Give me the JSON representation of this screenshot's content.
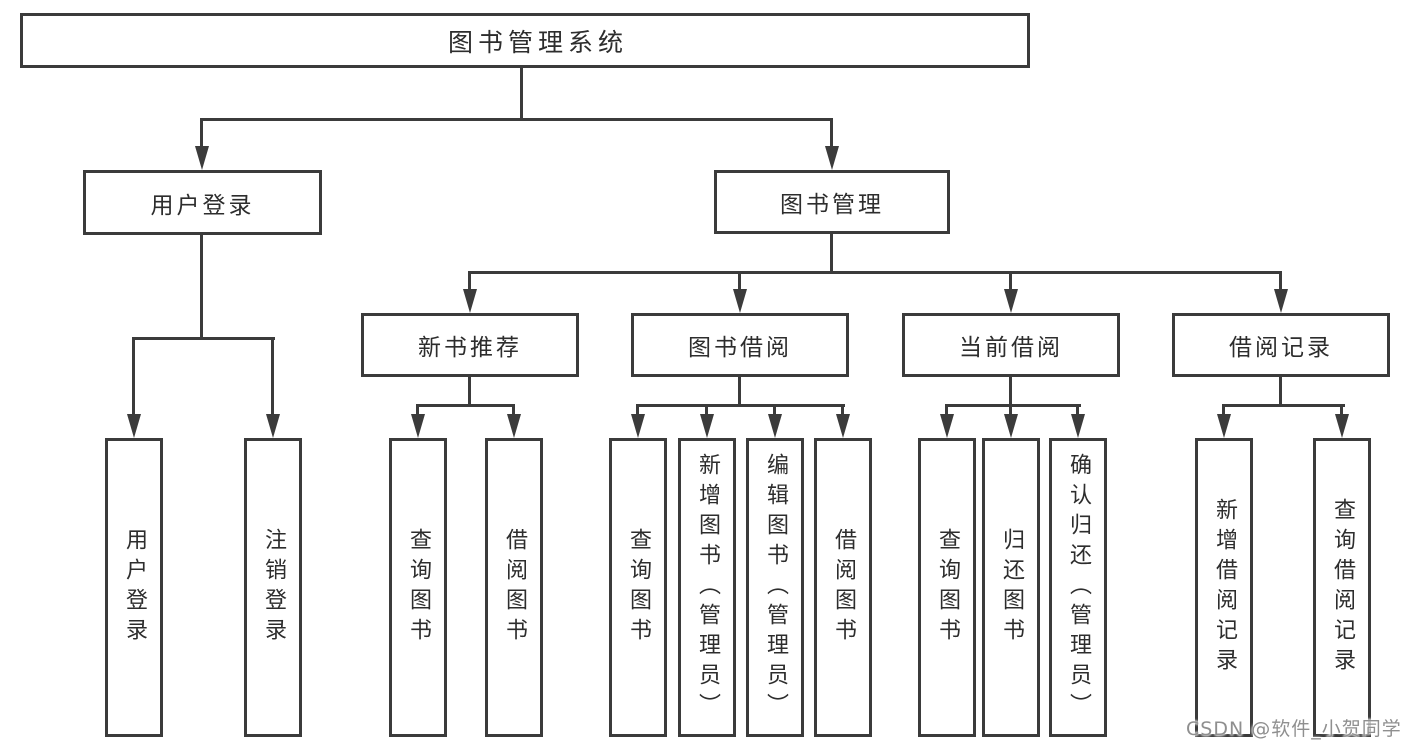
{
  "diagram": {
    "tree": {
      "label": "图书管理系统",
      "children": [
        {
          "label": "用户登录",
          "children": [
            {
              "label": "用户登录"
            },
            {
              "label": "注销登录"
            }
          ]
        },
        {
          "label": "图书管理",
          "children": [
            {
              "label": "新书推荐",
              "children": [
                {
                  "label": "查询图书"
                },
                {
                  "label": "借阅图书"
                }
              ]
            },
            {
              "label": "图书借阅",
              "children": [
                {
                  "label": "查询图书"
                },
                {
                  "label": "新增图书（管理员）"
                },
                {
                  "label": "编辑图书（管理员）"
                },
                {
                  "label": "借阅图书"
                }
              ]
            },
            {
              "label": "当前借阅",
              "children": [
                {
                  "label": "查询图书"
                },
                {
                  "label": "归还图书"
                },
                {
                  "label": "确认归还（管理员）"
                }
              ]
            },
            {
              "label": "借阅记录",
              "children": [
                {
                  "label": "新增借阅记录"
                },
                {
                  "label": "查询借阅记录"
                }
              ]
            }
          ]
        }
      ]
    },
    "watermark": "CSDN @软件_小贺同学",
    "colors": {
      "line": "#3b3b3b",
      "text": "#2d2d2d",
      "watermark": "#8f8f8f",
      "background": "#ffffff"
    }
  }
}
